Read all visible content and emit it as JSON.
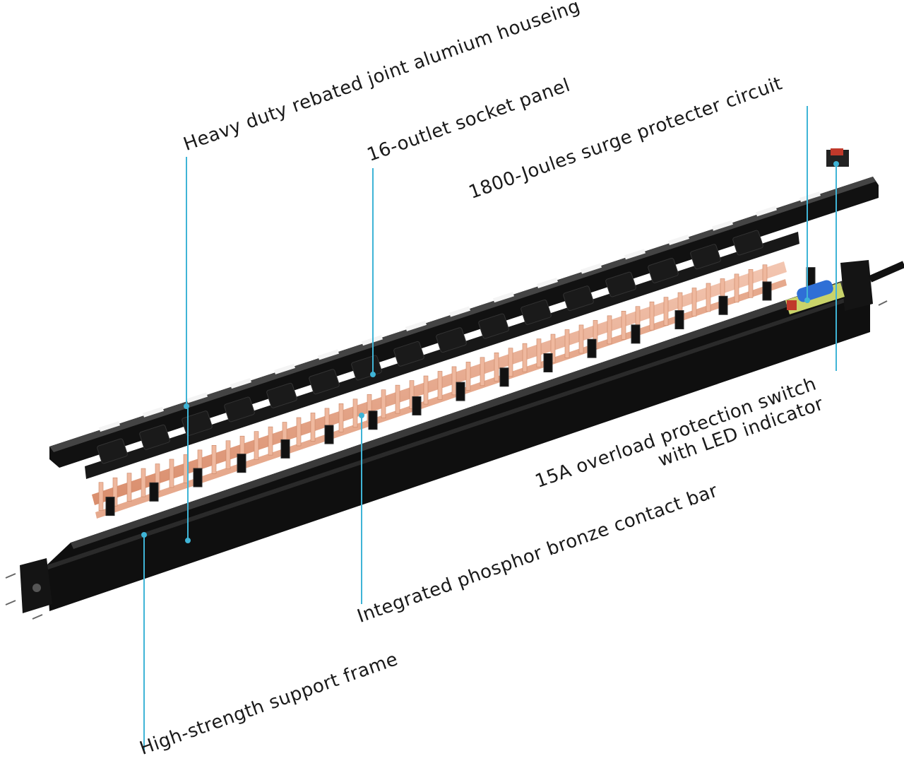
{
  "labels": {
    "housing": "Heavy duty rebated joint alumium houseing",
    "socket_panel": "16-outlet socket panel",
    "surge": "1800-Joules surge protecter circuit",
    "switch_line1": "15A overload protection switch",
    "switch_line2": "with LED indicator",
    "contact_bar": "Integrated phosphor bronze contact bar",
    "frame": "High-strength support frame"
  },
  "colors": {
    "leader": "#3fb4d6",
    "metal": "#1c1c1c",
    "copper": "#e6a98d",
    "switch": "#c0392b",
    "coil": "#2f6fd6"
  }
}
